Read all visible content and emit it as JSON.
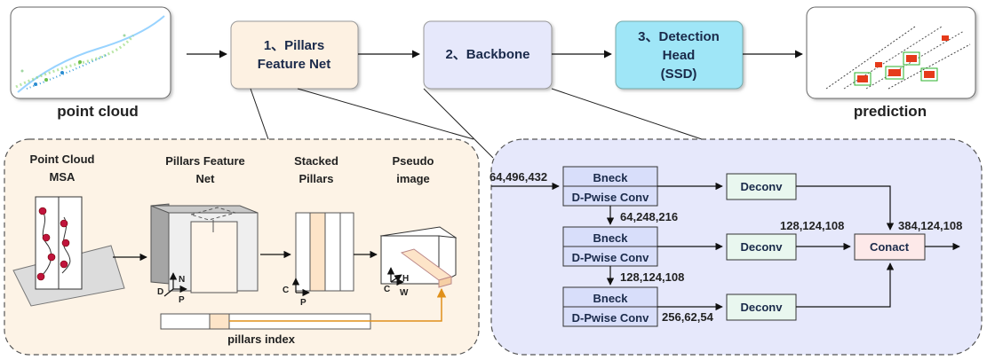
{
  "pipeline": {
    "input_label": "point cloud",
    "output_label": "prediction",
    "stage1": [
      "1、Pillars",
      "Feature Net"
    ],
    "stage2": "2、Backbone",
    "stage3": [
      "3、Detection",
      "Head",
      "(SSD)"
    ]
  },
  "pillars_panel": {
    "col1": [
      "Point Cloud",
      "MSA"
    ],
    "col2": [
      "Pillars Feature",
      "Net"
    ],
    "col3": [
      "Stacked",
      "Pillars"
    ],
    "col4": [
      "Pseudo",
      "image"
    ],
    "index_label": "pillars index",
    "axes": {
      "d": "D",
      "n": "N",
      "p": "P",
      "c": "C",
      "h": "H",
      "w": "W"
    }
  },
  "backbone_panel": {
    "input_dims": "64,496,432",
    "bneck_label": "Bneck",
    "dpwise_label": "D-Pwise Conv",
    "deconv_label": "Deconv",
    "concat_label": "Conact",
    "dims_after_1": "64,248,216",
    "dims_after_2": "128,124,108",
    "dims_deconv_top": "128,124,108",
    "dims_out": "384,124,108",
    "dims_after_3": "256,62,54"
  },
  "colors": {
    "stage1_fill": "#fdf1e2",
    "stage2_fill": "#e6e8fb",
    "stage3_fill": "#9fe6f7",
    "pillars_bg": "#fdf3e6",
    "backbone_bg": "#e6e8fb",
    "deconv_fill": "#e9f7ef",
    "concat_fill": "#fde9e9",
    "point_red": "#c0143c",
    "orange_line": "#e0901a"
  }
}
